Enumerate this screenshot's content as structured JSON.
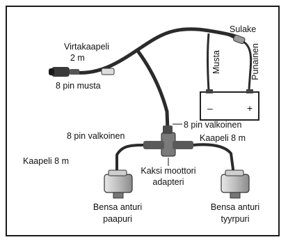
{
  "diagram": {
    "labels": {
      "sulake": "Sulake",
      "virtakaapeli": "Virtakaapeli",
      "virtakaapeli_length": "2 m",
      "pin8_musta": "8 pin musta",
      "musta": "Musta",
      "punainen": "Punainen",
      "pin8_valkoinen_left": "8 pin valkoinen",
      "pin8_valkoinen_right": "8 pin valkoinen",
      "kaapeli_right": "Kaapeli 8 m",
      "kaapeli_left": "Kaapeli 8 m",
      "adapteri_line1": "Kaksi moottori",
      "adapteri_line2": "adapteri",
      "anturi_left_line1": "Bensa anturi",
      "anturi_left_line2": "paapuri",
      "anturi_right_line1": "Bensa anturi",
      "anturi_right_line2": "tyyrpuri"
    },
    "battery_terminals": [
      "–",
      "+"
    ]
  }
}
